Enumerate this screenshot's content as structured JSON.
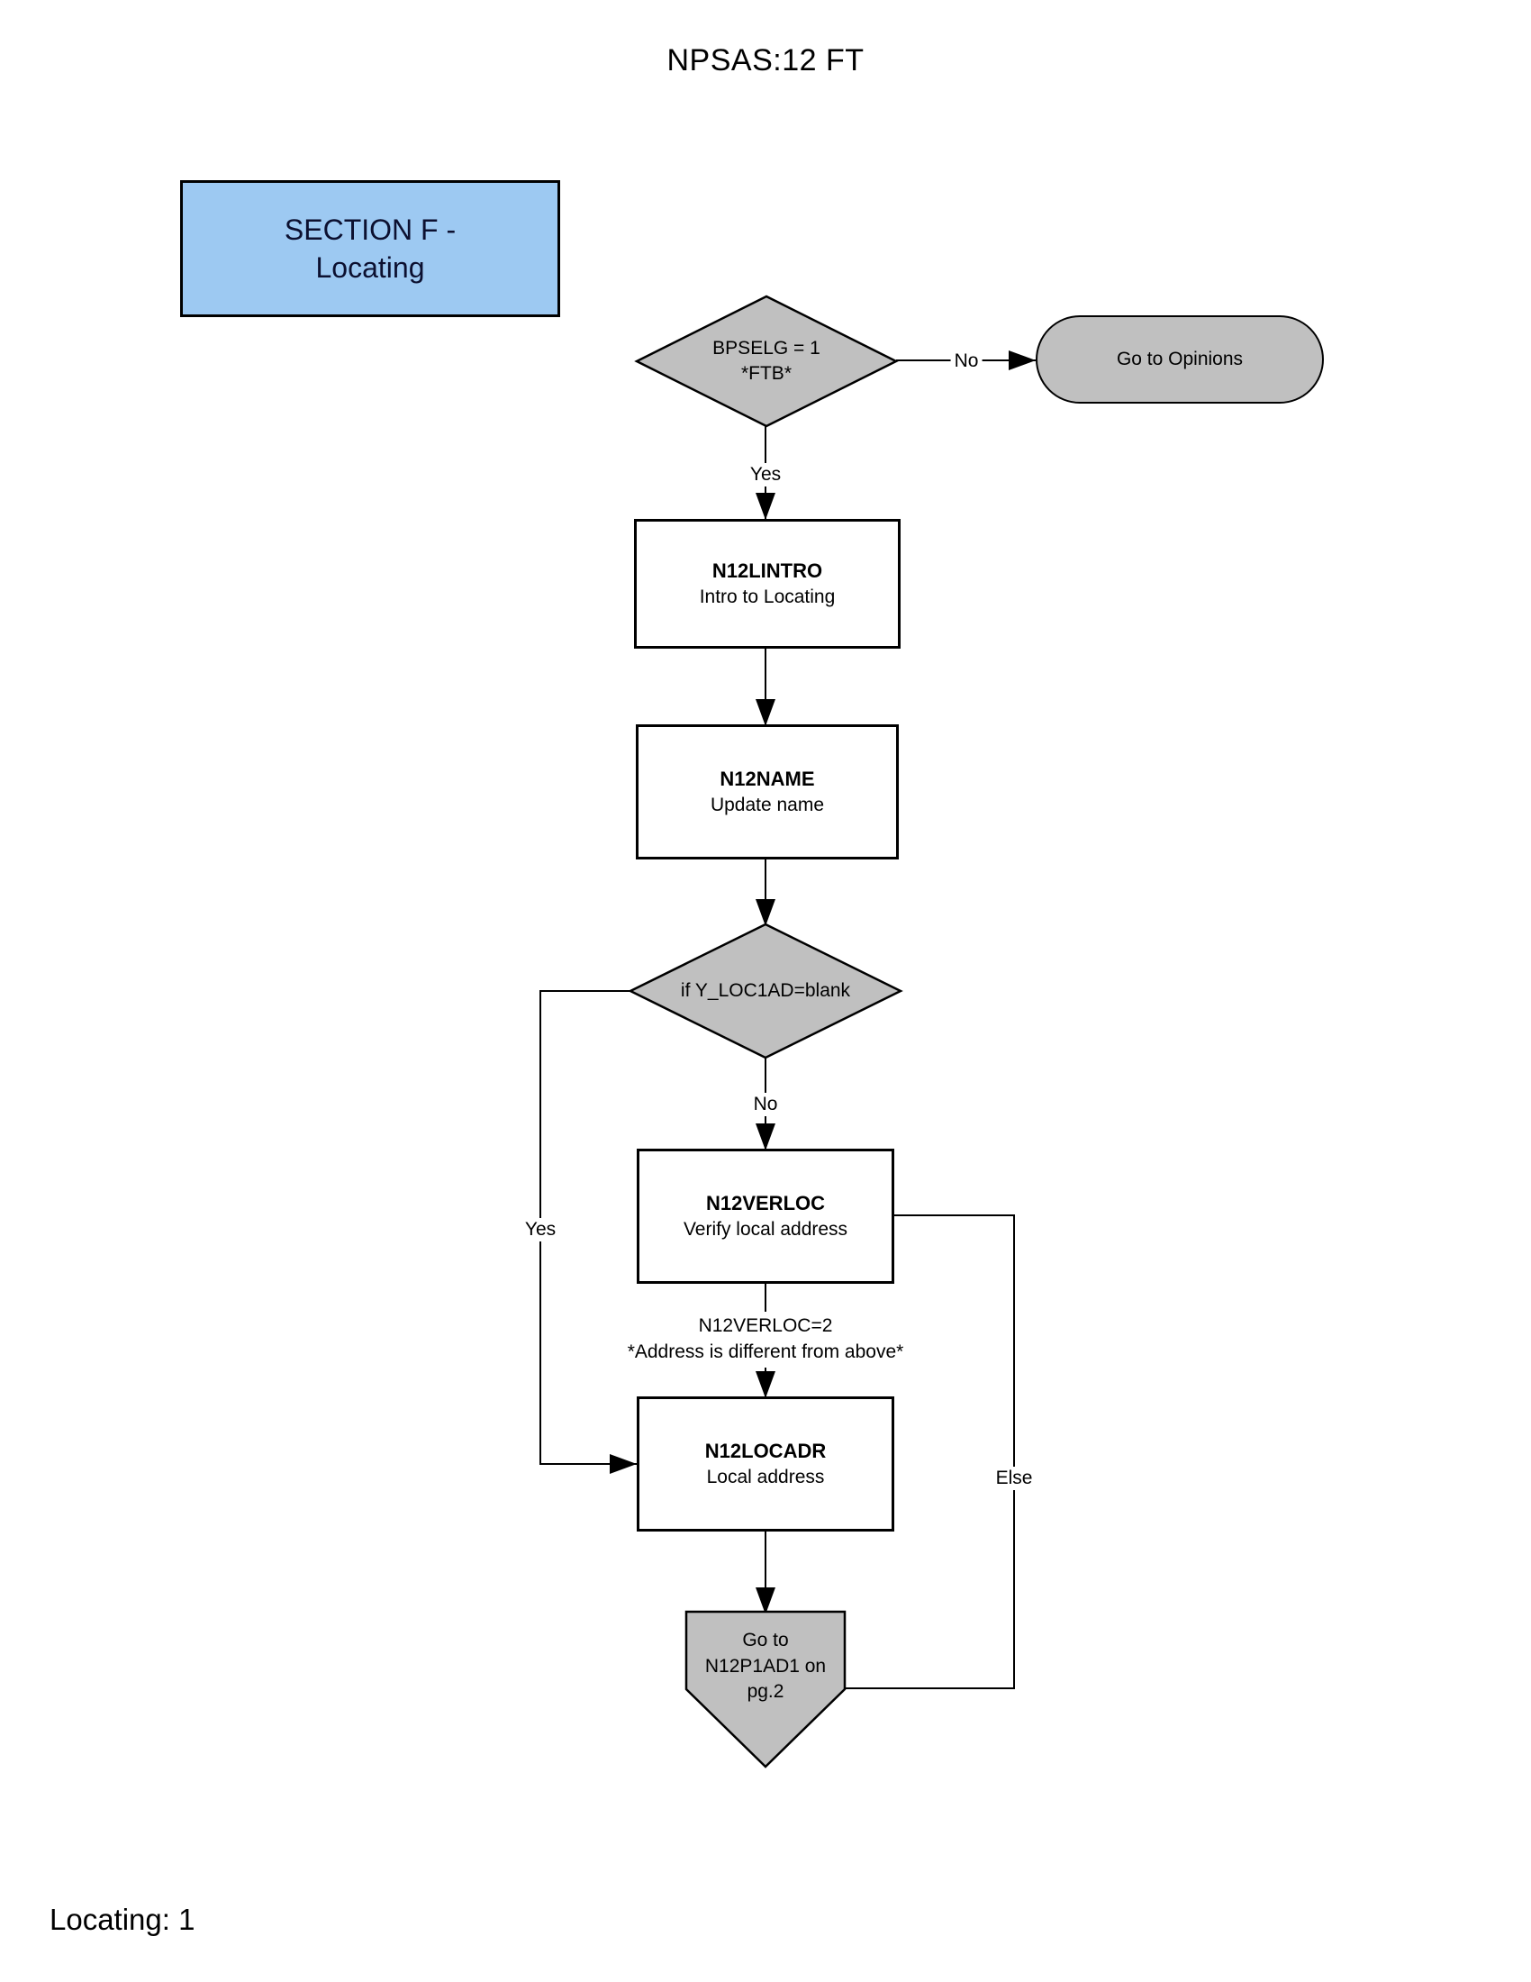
{
  "page": {
    "title": "NPSAS:12 FT",
    "footer": "Locating: 1"
  },
  "section_banner": {
    "line1": "SECTION F -",
    "line2": "Locating"
  },
  "nodes": {
    "decision_bpselg": {
      "line1": "BPSELG = 1",
      "line2": "*FTB*"
    },
    "terminal_opinions": {
      "label": "Go to Opinions"
    },
    "process_n12lintro": {
      "name": "N12LINTRO",
      "desc": "Intro to Locating"
    },
    "process_n12name": {
      "name": "N12NAME",
      "desc": "Update name"
    },
    "decision_yloc1ad": {
      "label": "if Y_LOC1AD=blank"
    },
    "process_n12verloc": {
      "name": "N12VERLOC",
      "desc": "Verify local address"
    },
    "process_n12locadr": {
      "name": "N12LOCADR",
      "desc": "Local address"
    },
    "offpage_n12p1ad1": {
      "line1": "Go to",
      "line2": "N12P1AD1 on",
      "line3": "pg.2"
    }
  },
  "edges": {
    "bpselg_no": "No",
    "bpselg_yes": "Yes",
    "yloc1ad_no": "No",
    "yloc1ad_yes": "Yes",
    "verloc_else": "Else",
    "verloc_cond_line1": "N12VERLOC=2",
    "verloc_cond_line2": "*Address is different from above*"
  },
  "colors": {
    "banner_fill": "#9DC9F2",
    "node_fill": "#C0C0C0",
    "line_color": "#000000"
  }
}
